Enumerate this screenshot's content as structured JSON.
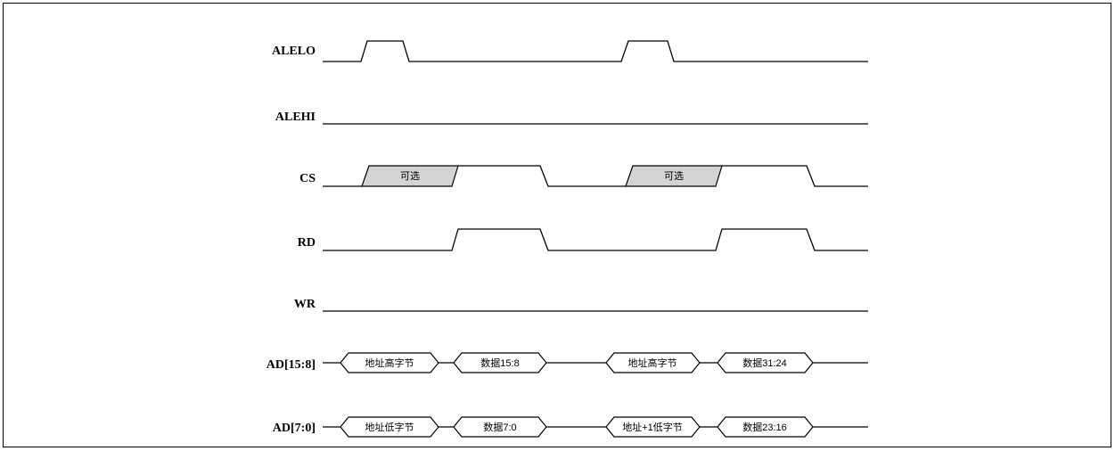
{
  "signals": {
    "alelo": "ALELO",
    "alehi": "ALEHI",
    "cs": "CS",
    "rd": "RD",
    "wr": "WR",
    "ad_hi": "AD[15:8]",
    "ad_lo": "AD[7:0]"
  },
  "cs_optional_1": "可选",
  "cs_optional_2": "可选",
  "ad_hi_boxes": [
    "地址高字节",
    "数据15:8",
    "地址高字节",
    "数据31:24"
  ],
  "ad_lo_boxes": [
    "地址低字节",
    "数据7:0",
    "地址+1低字节",
    "数据23:16"
  ]
}
